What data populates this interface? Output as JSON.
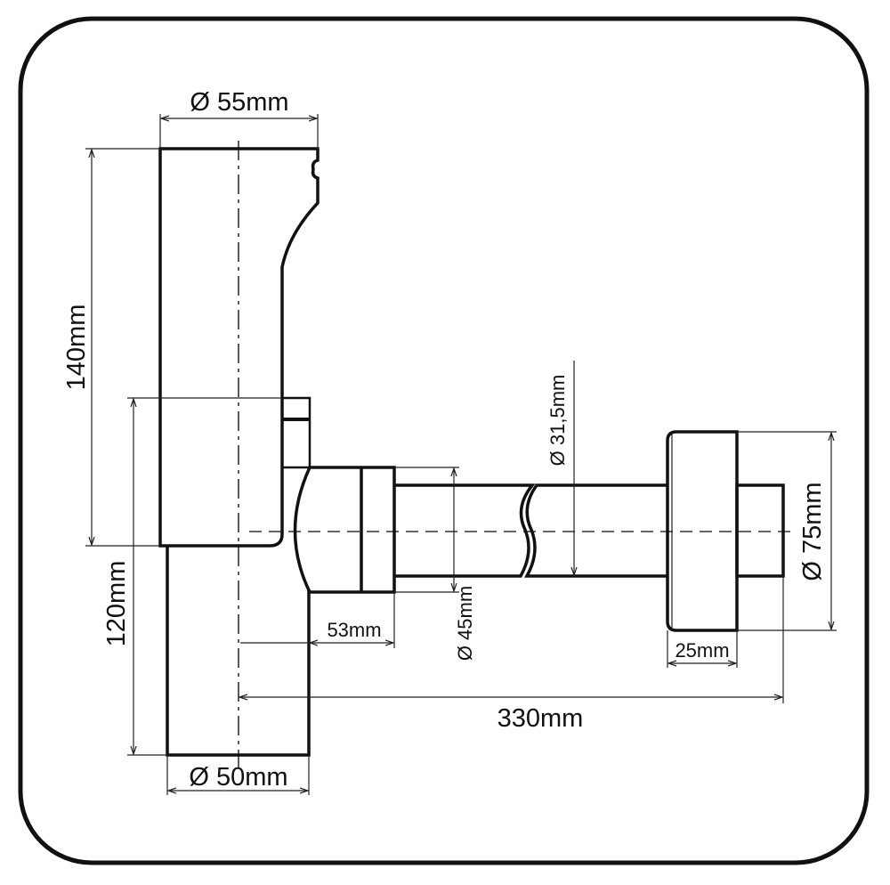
{
  "title": "Bottle trap dimension drawing",
  "dimensions": {
    "top_diameter": "Ø 55mm",
    "upper_height": "140mm",
    "lower_height": "120mm",
    "bottom_diameter": "Ø 50mm",
    "body_depth": "53mm",
    "body_diameter": "Ø 45mm",
    "pipe_diameter": "Ø 31,5mm",
    "flange_diameter": "Ø 75mm",
    "flange_width": "25mm",
    "total_length": "330mm"
  }
}
